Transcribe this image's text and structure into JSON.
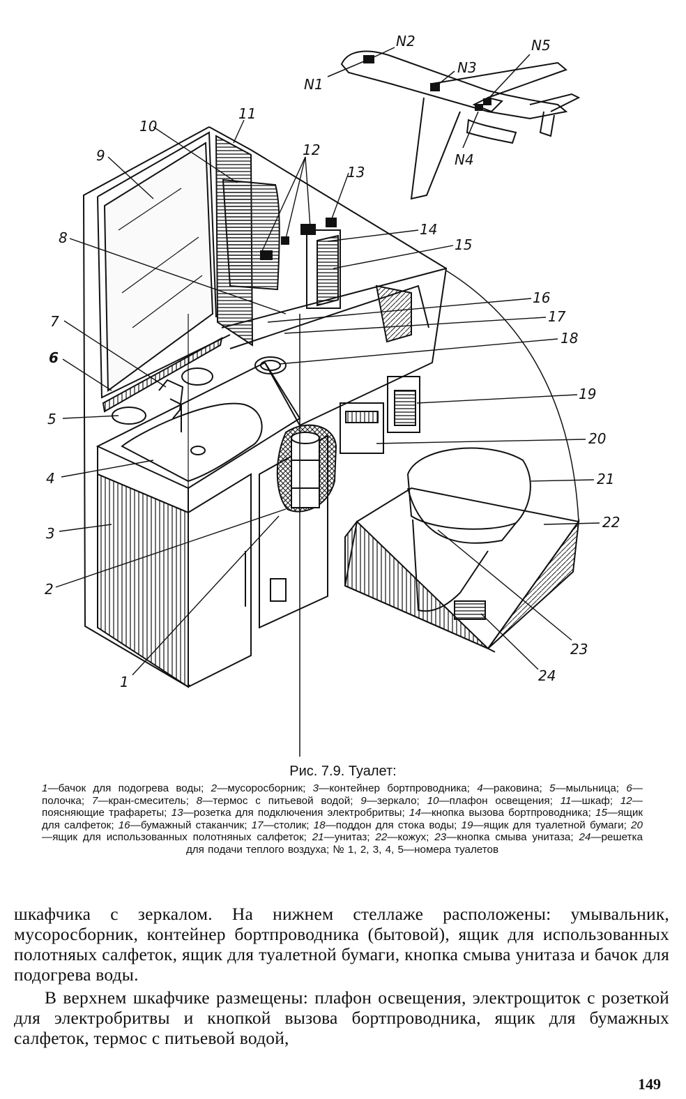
{
  "figure": {
    "part_labels": [
      "1",
      "2",
      "3",
      "4",
      "5",
      "6",
      "7",
      "8",
      "9",
      "10",
      "11",
      "12",
      "13",
      "14",
      "15",
      "16",
      "17",
      "18",
      "19",
      "20",
      "21",
      "22",
      "23",
      "24"
    ],
    "aircraft_labels": [
      "N1",
      "N2",
      "N3",
      "N4",
      "N5"
    ]
  },
  "caption": {
    "title": "Рис. 7.9. Туалет:",
    "legend": [
      {
        "num": "1",
        "text": "бачок для подогрева воды;"
      },
      {
        "num": "2",
        "text": "мусоросборник;"
      },
      {
        "num": "3",
        "text": "контейнер бортпроводника;"
      },
      {
        "num": "4",
        "text": "раковина;"
      },
      {
        "num": "5",
        "text": "мыльница;"
      },
      {
        "num": "6",
        "text": "полочка;"
      },
      {
        "num": "7",
        "text": "кран-смеситель;"
      },
      {
        "num": "8",
        "text": "термос с питьевой водой;"
      },
      {
        "num": "9",
        "text": "зеркало;"
      },
      {
        "num": "10",
        "text": "плафон освещения;"
      },
      {
        "num": "11",
        "text": "шкаф;"
      },
      {
        "num": "12",
        "text": "поясняющие трафареты;"
      },
      {
        "num": "13",
        "text": "розетка для подключения электробритвы;"
      },
      {
        "num": "14",
        "text": "кнопка вызова бортпроводника;"
      },
      {
        "num": "15",
        "text": "ящик для салфеток;"
      },
      {
        "num": "16",
        "text": "бумажный стаканчик;"
      },
      {
        "num": "17",
        "text": "столик;"
      },
      {
        "num": "18",
        "text": "поддон для стока воды;"
      },
      {
        "num": "19",
        "text": "ящик для туалетной бумаги;"
      },
      {
        "num": "20",
        "text": "ящик для использованных полотняных салфеток;"
      },
      {
        "num": "21",
        "text": "унитаз;"
      },
      {
        "num": "22",
        "text": "кожух;"
      },
      {
        "num": "23",
        "text": "кнопка смыва унитаза;"
      },
      {
        "num": "24",
        "text": "решетка для подачи теплого воздуха;"
      }
    ],
    "legend_tail": "№ 1, 2, 3, 4, 5—номера туалетов"
  },
  "body": {
    "paragraph1": "шкафчика с зеркалом. На нижнем стеллаже расположены: умывальник, мусоросборник, контейнер бортпроводника (бытовой), ящик для использованных полотняых салфеток, ящик для туалетной бумаги, кнопка смыва унитаза и бачок для подогрева воды.",
    "paragraph2": "В верхнем шкафчике размещены: плафон освещения, электрощиток с розеткой для электробритвы и кнопкой вызова бортпроводника, ящик для бумажных салфеток, термос с питьевой водой,"
  },
  "page_number": "149"
}
